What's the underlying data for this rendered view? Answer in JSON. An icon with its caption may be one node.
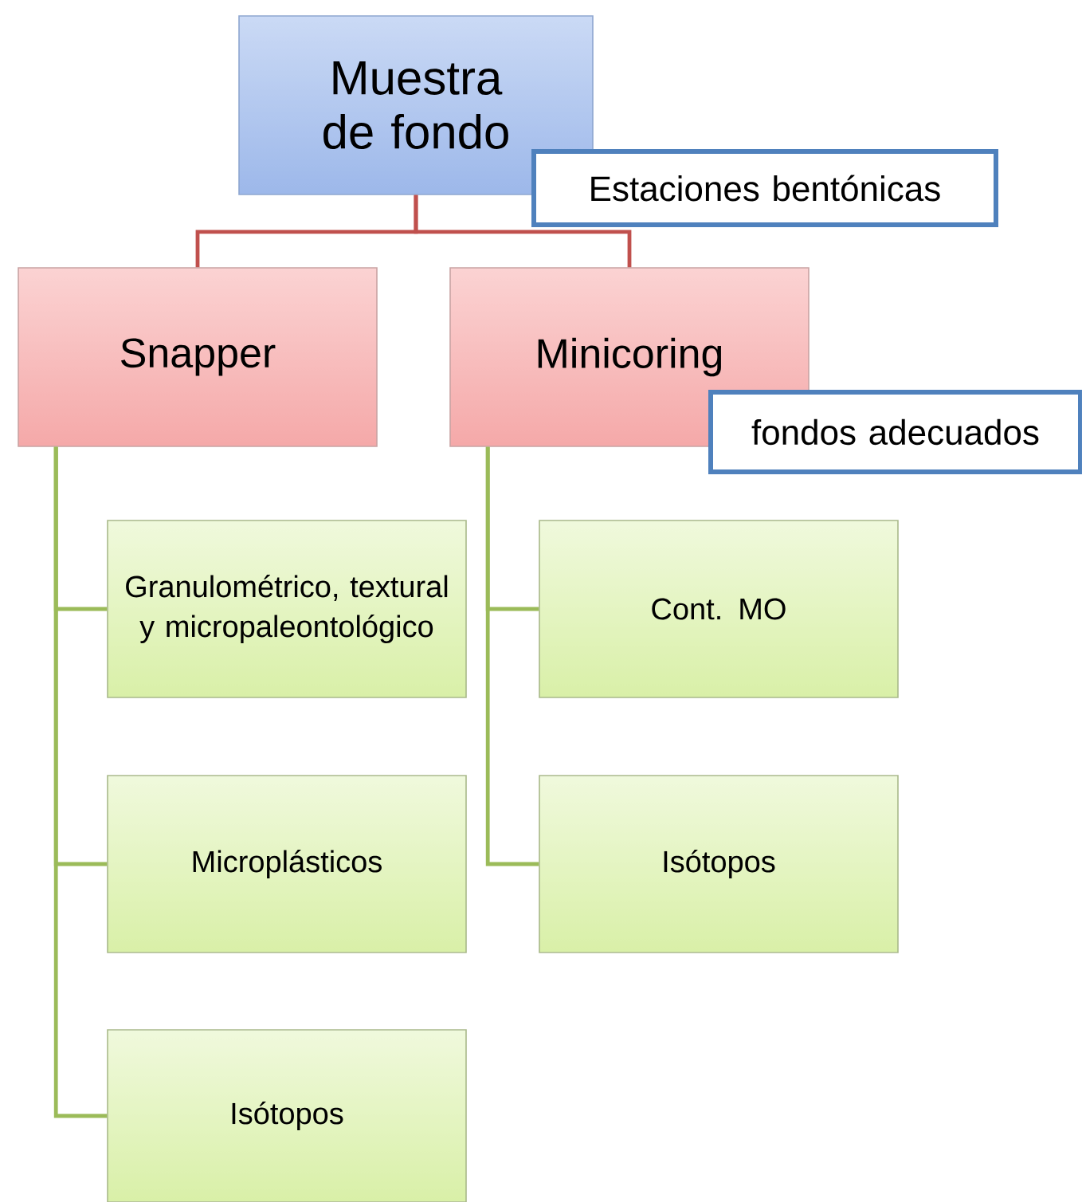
{
  "diagram": {
    "nodes": [
      {
        "text": [
          "Muestra de fondo"
        ]
      },
      {
        "text": [
          "Estaciones bentónicas"
        ]
      },
      {
        "text": [
          "Snapper"
        ]
      },
      {
        "text": [
          "Minicoring"
        ]
      },
      {
        "text": [
          "fondos adecuados"
        ]
      },
      {
        "text": [
          "Granulométrico, textural y micropaleontológico"
        ]
      },
      {
        "text": [
          "Microplásticos"
        ]
      },
      {
        "text": [
          "Isótopos"
        ]
      },
      {
        "text": [
          "Cont. MO"
        ]
      },
      {
        "text": [
          "Isótopos"
        ]
      }
    ],
    "edges": [
      {
        "from": 0,
        "to": 2,
        "arrow": "none",
        "color": "#c0504d"
      },
      {
        "from": 0,
        "to": 3,
        "arrow": "none",
        "color": "#c0504d"
      },
      {
        "from": 2,
        "to": 5,
        "arrow": "none"
      },
      {
        "from": 2,
        "to": 6,
        "arrow": "none"
      },
      {
        "from": 2,
        "to": 7,
        "arrow": "none"
      },
      {
        "from": 3,
        "to": 8,
        "arrow": "none"
      },
      {
        "from": 3,
        "to": 9,
        "arrow": "none"
      }
    ]
  }
}
